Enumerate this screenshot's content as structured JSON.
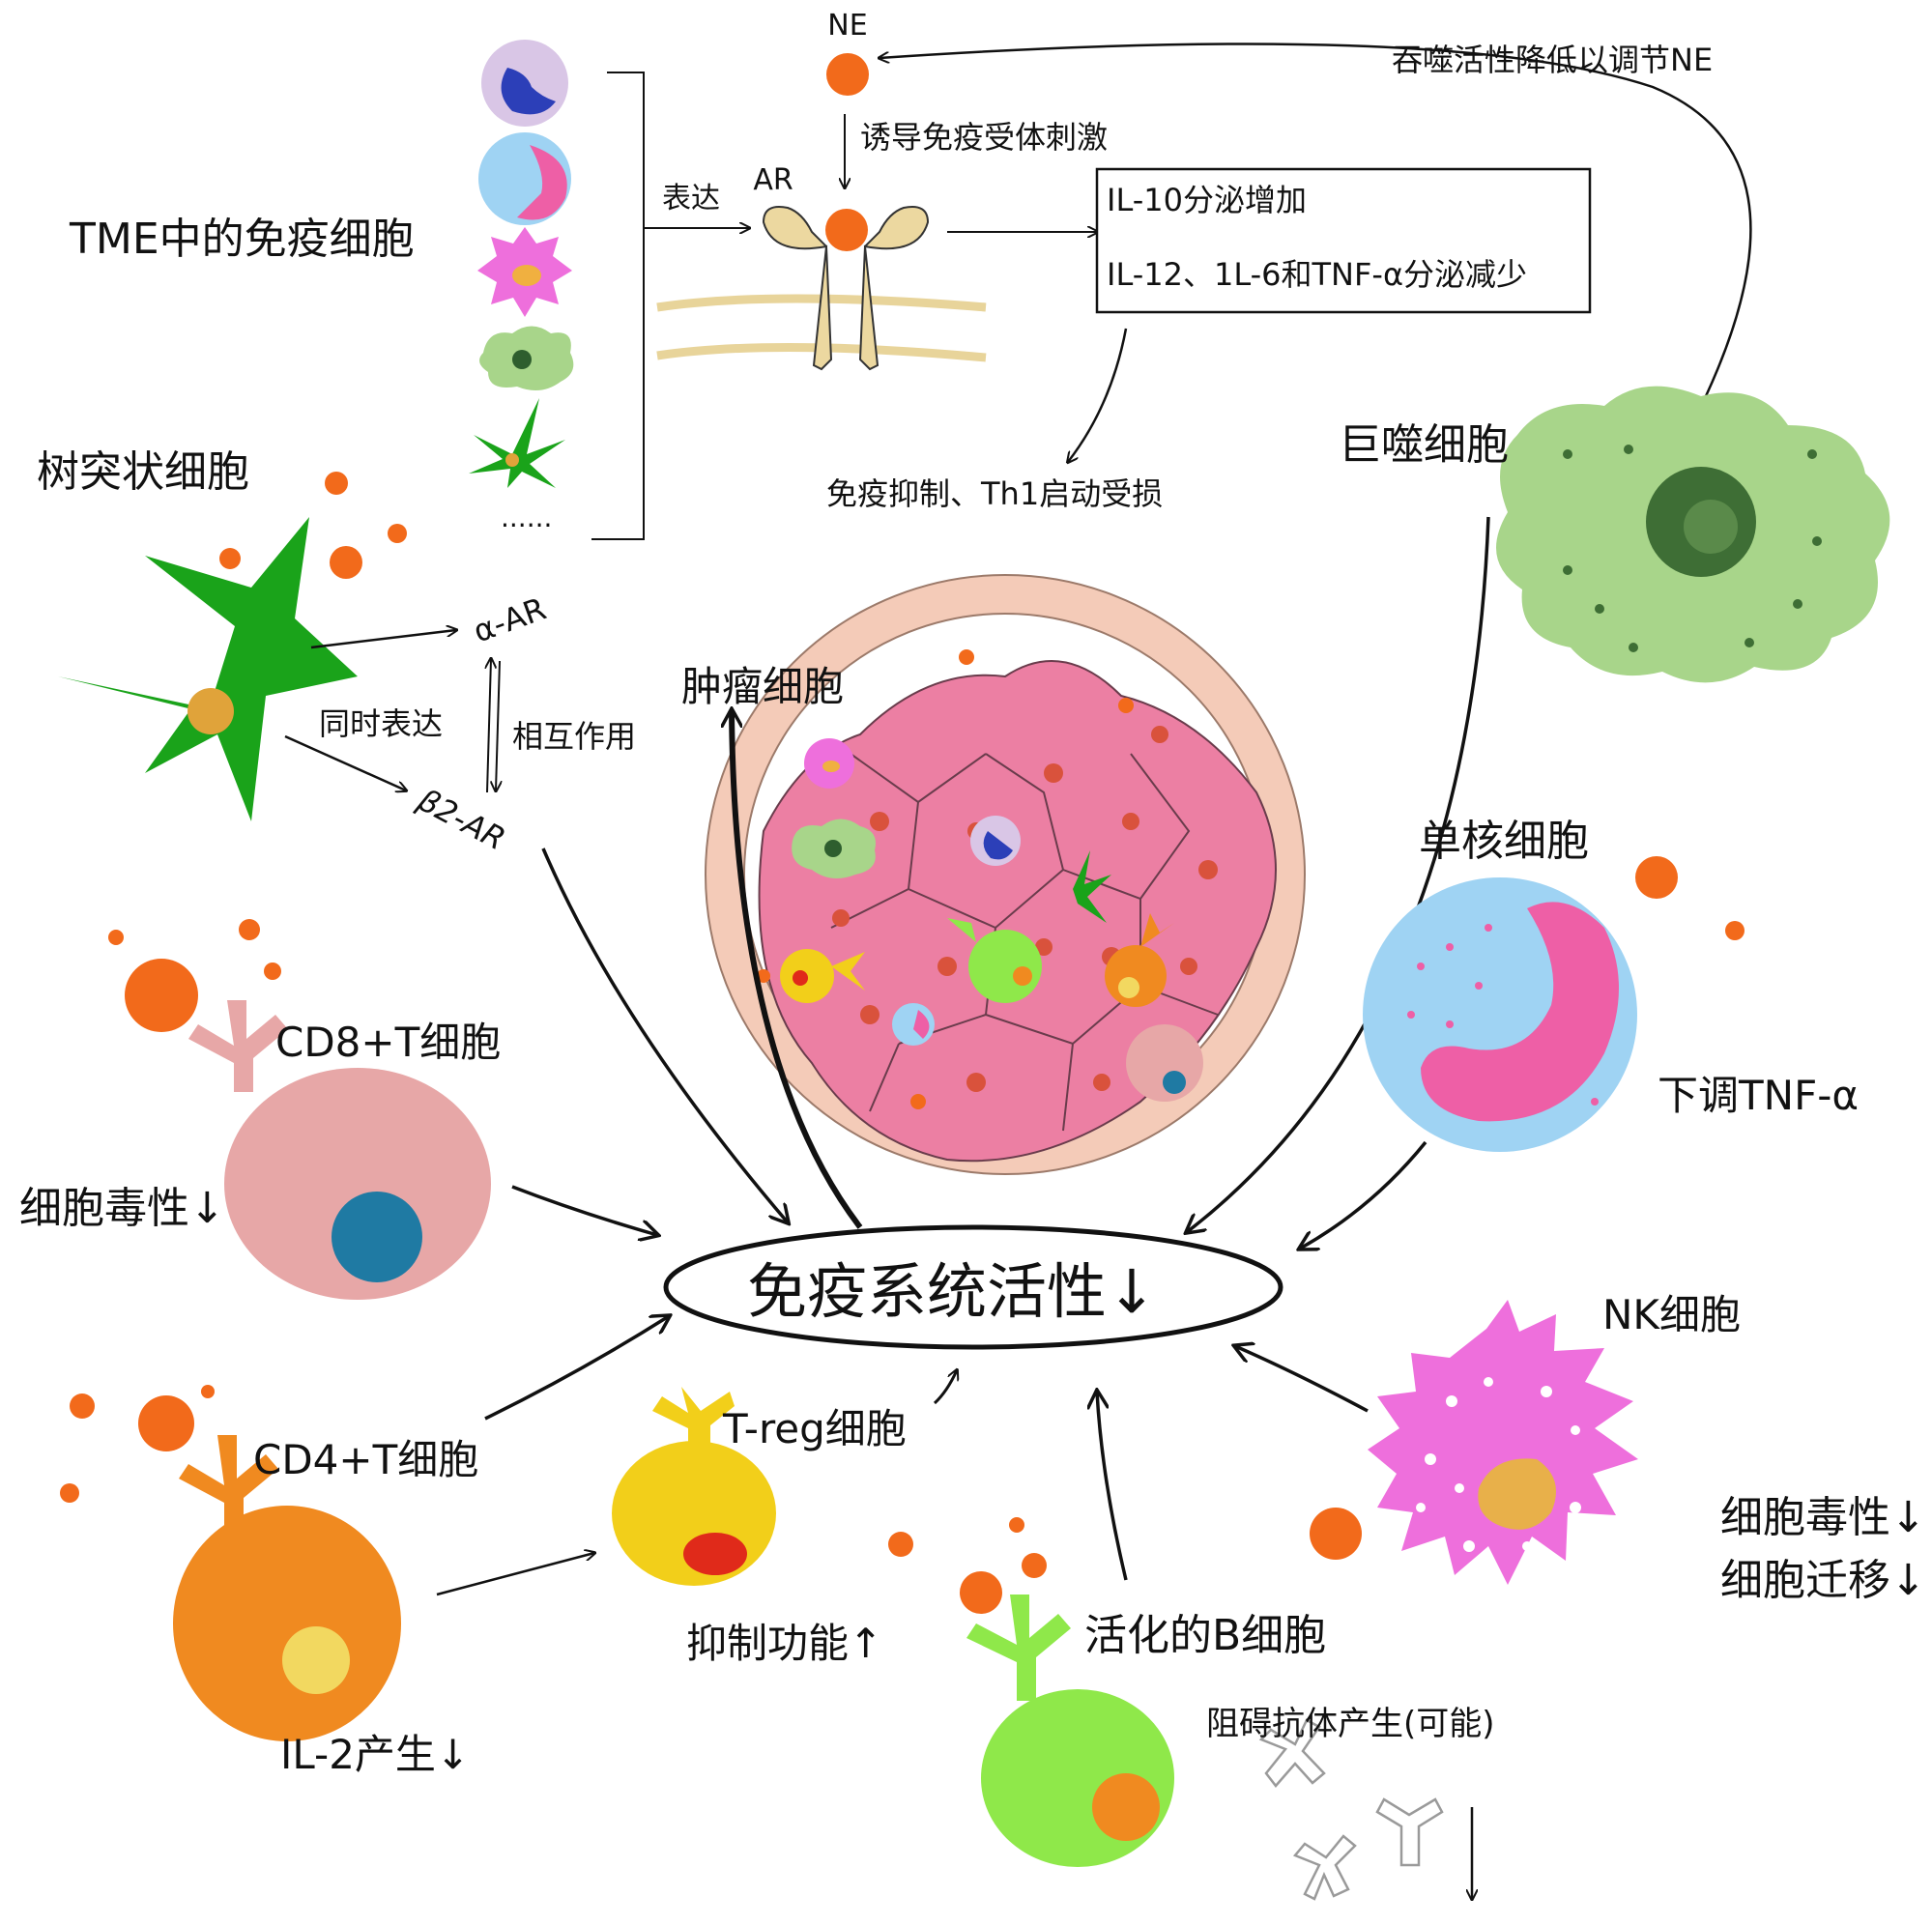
{
  "labels": {
    "ne": "NE",
    "ar": "AR",
    "express": "表达",
    "induce": "诱导免疫受体刺激",
    "phago": "吞噬活性降低以调节NE",
    "il10": "IL-10分泌增加",
    "il12": "IL-12、1L-6和TNF-α分泌减少",
    "suppress": "免疫抑制、Th1启动受损",
    "tme": "TME中的免疫细胞",
    "dots": "......",
    "dc": "树突状细胞",
    "alpha_ar": "α-AR",
    "beta2_ar": "β2-AR",
    "coexpress": "同时表达",
    "interact": "相互作用",
    "macrophage": "巨噬细胞",
    "tumor": "肿瘤细胞",
    "monocyte": "单核细胞",
    "tnf_down": "下调TNF-α",
    "cd8": "CD8+T细胞",
    "cyto_down": "细胞毒性↓",
    "immune_activity": "免疫系统活性↓",
    "nk": "NK细胞",
    "nk_cyto": "细胞毒性↓",
    "nk_migration": "细胞迁移↓",
    "cd4": "CD4+T细胞",
    "il2": "IL-2产生↓",
    "treg": "T-reg细胞",
    "suppress_func": "抑制功能↑",
    "bcell": "活化的B细胞",
    "antibody": "阻碍抗体产生(可能)"
  },
  "colors": {
    "orange": "#f26a1b",
    "green_dc": "#1aa31a",
    "macrophage": "#a8d58a",
    "tumor_pink": "#ec7fa3",
    "ring": "#f4cbb8",
    "cd8_pink": "#e7a7a7",
    "cd4_orange": "#f08a20",
    "treg_yellow": "#f2cf1a",
    "bcell_green": "#8fe84a",
    "nk_magenta": "#ee6fdc",
    "mono_blue": "#9fd3f3",
    "mono_pink": "#ee5fa6"
  }
}
